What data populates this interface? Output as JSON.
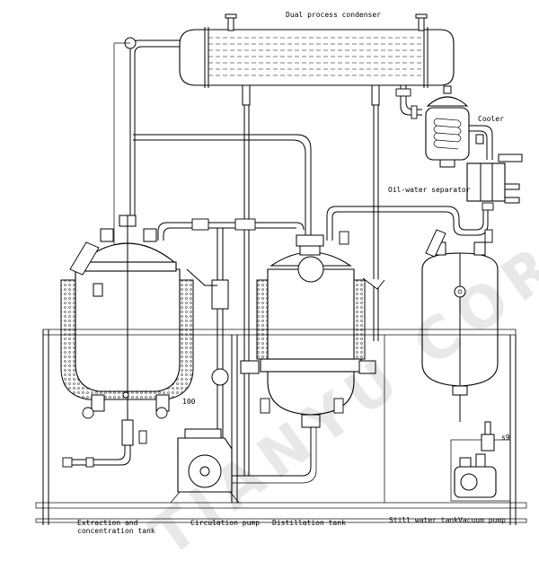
{
  "labels": {
    "condenser": "Dual process condenser",
    "cooler": "Cooler",
    "separator": "Oil-water separator",
    "extraction_tank": "Extraction and concentration tank",
    "extraction_tank_line1": "Extraction and",
    "extraction_tank_line2": "concentration tank",
    "circulation_pump": "Circulation pump",
    "distillation_tank": "Distillation tank",
    "still_water_tank": "Still water tank",
    "vacuum_pump": "Vacuum pump",
    "tag_100": "100",
    "tag_s9": "s9"
  },
  "watermark": "TIANYU CORE"
}
